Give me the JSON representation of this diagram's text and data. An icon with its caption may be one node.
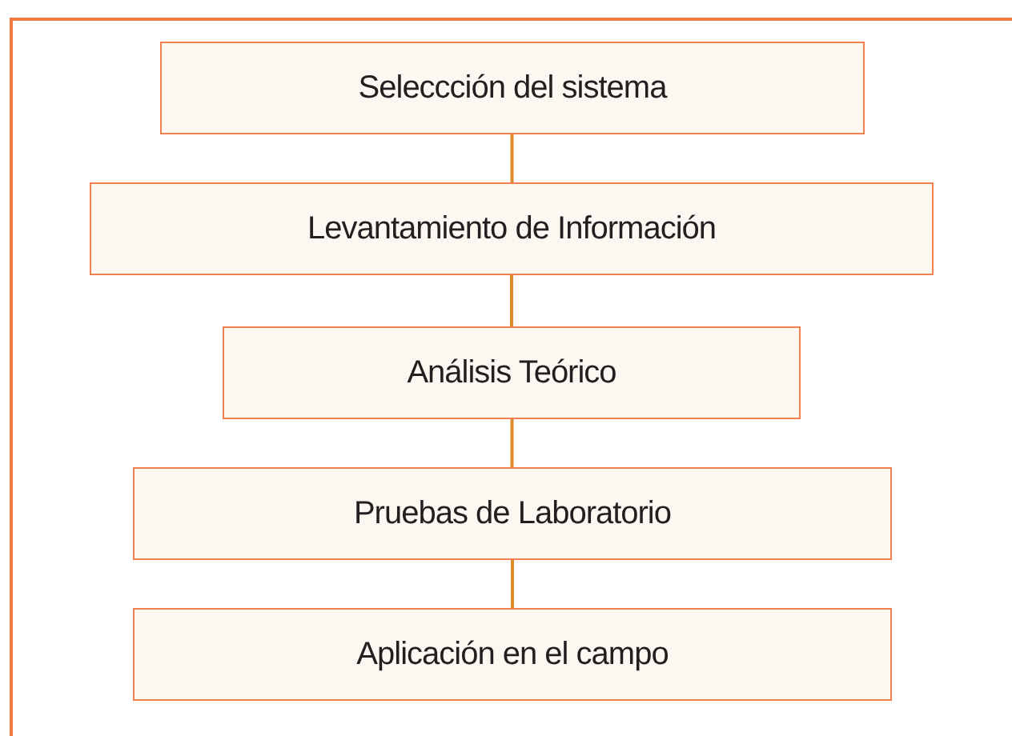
{
  "diagram": {
    "nodes": [
      {
        "text": [
          "Seleccción del sistema"
        ]
      },
      {
        "text": [
          "Levantamiento de Información"
        ]
      },
      {
        "text": [
          "Análisis Teórico"
        ]
      },
      {
        "text": [
          "Pruebas de Laboratorio"
        ]
      },
      {
        "text": [
          "Aplicación en el campo"
        ]
      }
    ],
    "edges": [
      {
        "from": 0,
        "to": 1,
        "arrow": "none"
      },
      {
        "from": 1,
        "to": 2,
        "arrow": "none"
      },
      {
        "from": 2,
        "to": 3,
        "arrow": "none"
      },
      {
        "from": 3,
        "to": 4,
        "arrow": "none"
      }
    ]
  }
}
